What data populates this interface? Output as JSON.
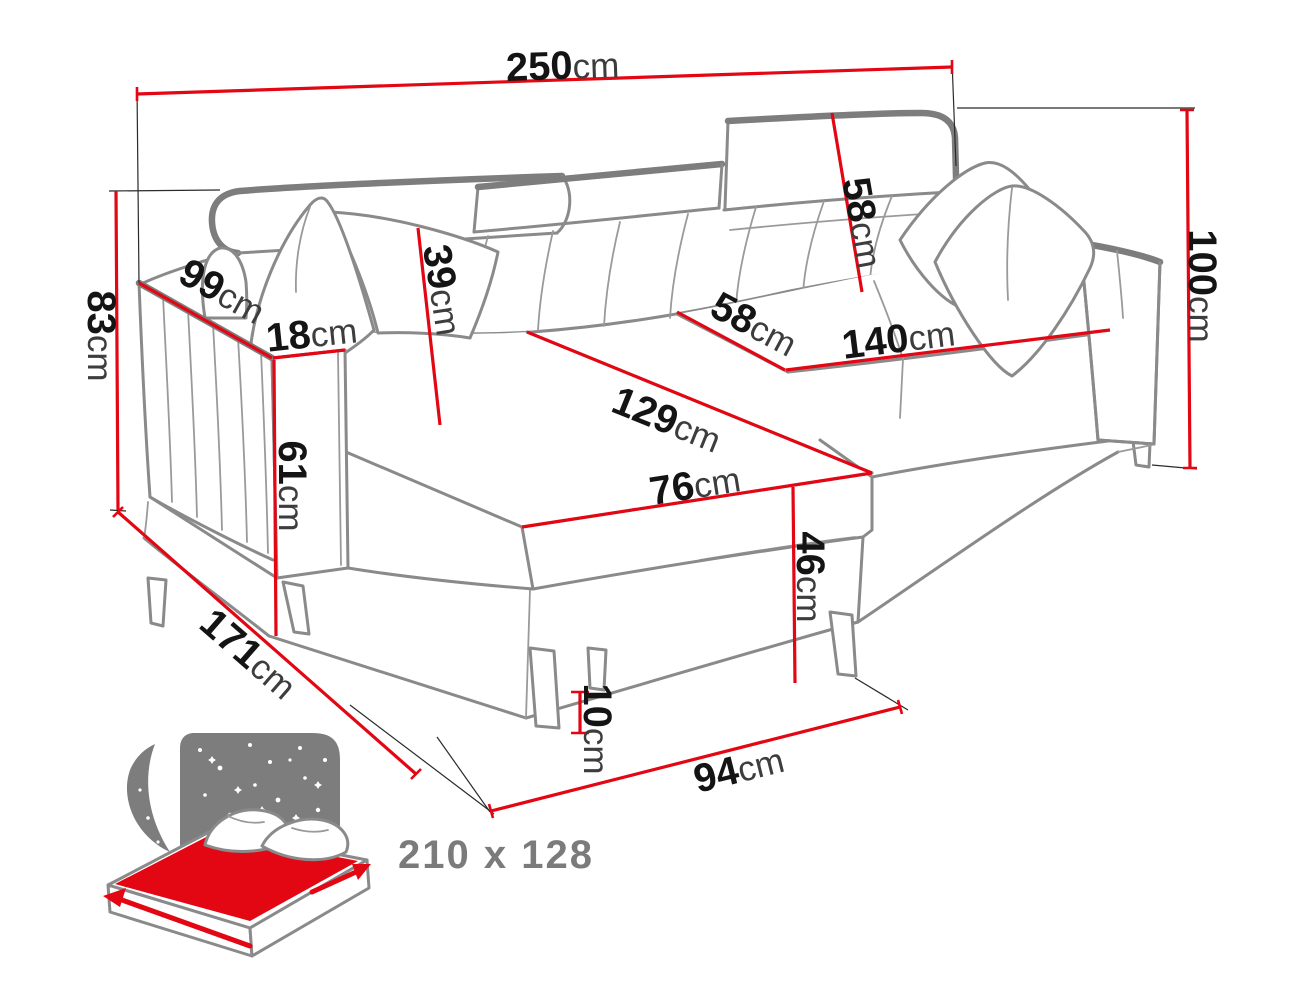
{
  "diagram": {
    "title": "corner-sofa-dimension-diagram",
    "unit": "cm",
    "dims": {
      "total_width": {
        "value": "250",
        "unit": "cm"
      },
      "back_height": {
        "value": "83",
        "unit": "cm"
      },
      "overall_height": {
        "value": "100",
        "unit": "cm"
      },
      "armrest_depth": {
        "value": "99",
        "unit": "cm"
      },
      "armrest_width": {
        "value": "18",
        "unit": "cm"
      },
      "armrest_height": {
        "value": "61",
        "unit": "cm"
      },
      "headrest_height": {
        "value": "39",
        "unit": "cm"
      },
      "backrest_height": {
        "value": "58",
        "unit": "cm"
      },
      "seat_depth": {
        "value": "58",
        "unit": "cm"
      },
      "chaise_length": {
        "value": "129",
        "unit": "cm"
      },
      "seat_width": {
        "value": "140",
        "unit": "cm"
      },
      "chaise_width": {
        "value": "76",
        "unit": "cm"
      },
      "seat_height": {
        "value": "46",
        "unit": "cm"
      },
      "leg_height": {
        "value": "10",
        "unit": "cm"
      },
      "floor_depth": {
        "value": "171",
        "unit": "cm"
      },
      "floor_front": {
        "value": "94",
        "unit": "cm"
      }
    },
    "sleeping_area": {
      "label": "210 x 128"
    },
    "colors": {
      "dimension_red": "#e30613",
      "outline_gray": "#8a8a8a",
      "outline_dark_gray": "#7d7d7d",
      "text_dark": "#141414",
      "icon_gray": "#7d7d7d",
      "sleep_text_gray": "#7b7b7b"
    }
  }
}
